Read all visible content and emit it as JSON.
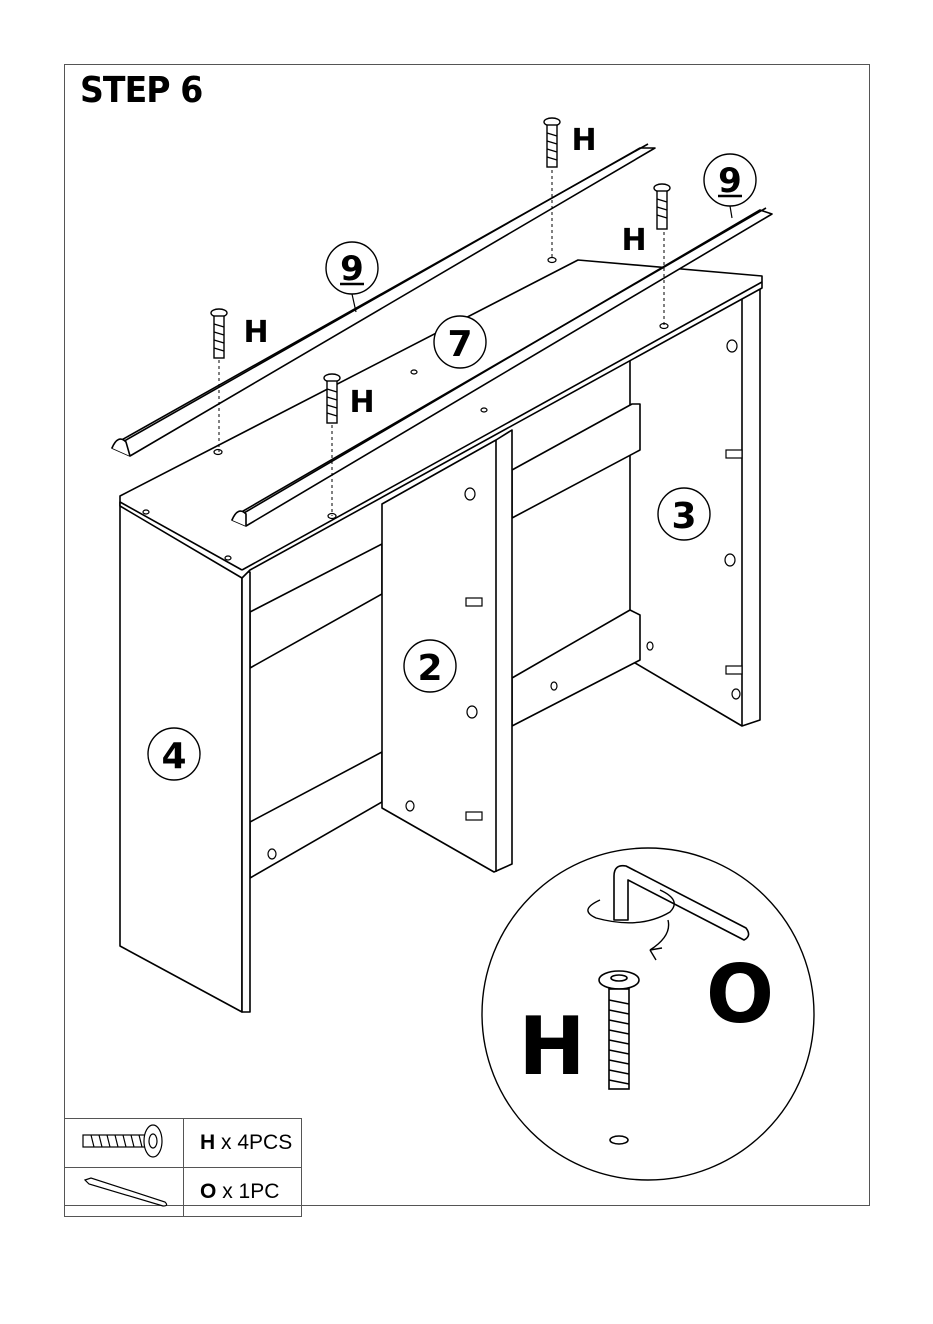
{
  "step": {
    "title": "STEP 6"
  },
  "labels": {
    "part_9_left": "9",
    "part_9_right": "9",
    "part_7": "7",
    "part_3": "3",
    "part_2": "2",
    "part_4": "4",
    "screw_h_1": "H",
    "screw_h_2": "H",
    "screw_h_3": "H",
    "screw_h_4": "H",
    "detail_h": "H",
    "detail_o": "O"
  },
  "parts_list": [
    {
      "letter": "H",
      "qty": "x 4PCS",
      "icon": "screw-icon"
    },
    {
      "letter": "O",
      "qty": "x 1PC",
      "icon": "allen-key-icon"
    }
  ],
  "colors": {
    "line": "#000000",
    "background": "#ffffff",
    "frame": "#555555"
  }
}
